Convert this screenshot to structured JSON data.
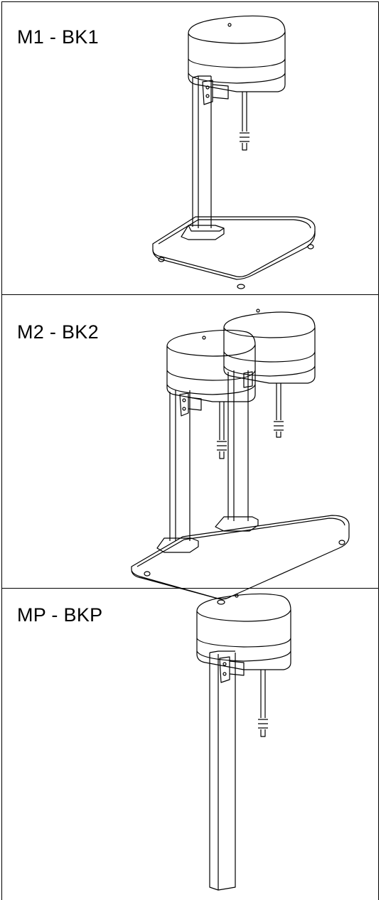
{
  "panels": [
    {
      "label": "M1 - BK1",
      "illustration": "single-column-mixer-with-base"
    },
    {
      "label": "M2 - BK2",
      "illustration": "double-column-mixer-with-base"
    },
    {
      "label": "MP - BKP",
      "illustration": "single-column-mixer-without-base"
    }
  ]
}
